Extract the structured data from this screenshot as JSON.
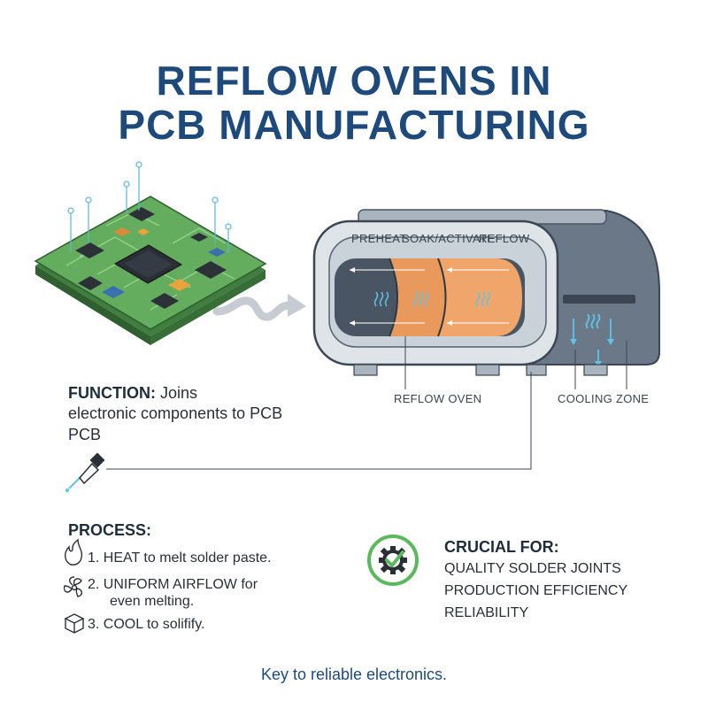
{
  "title": {
    "line1": "REFLOW OVENS IN",
    "line2": "PCB MANUFACTURING"
  },
  "oven": {
    "zones": [
      "PREHEAT",
      "SOAK/ACTIVATE",
      "REFLOW"
    ],
    "label": "REFLOW OVEN",
    "cooling_label": "COOLING ZONE"
  },
  "function": {
    "heading": "FUNCTION:",
    "text_1": "Joins",
    "text_2": "electronic components to PCB",
    "text_3": "PCB"
  },
  "process": {
    "heading": "PROCESS:",
    "steps": [
      {
        "icon": "flame-icon",
        "line1": "1. HEAT to melt solder paste.",
        "line2": ""
      },
      {
        "icon": "fan-icon",
        "line1": "2. UNIFORM AIRFLOW for",
        "line2": "even melting."
      },
      {
        "icon": "cube-icon",
        "line1": "3. COOL to solifify.",
        "line2": ""
      }
    ]
  },
  "crucial": {
    "heading": "CRUCIAL FOR:",
    "items": [
      "QUALITY SOLDER JOINTS",
      "PRODUCTION EFFICIENCY",
      "RELIABILITY"
    ],
    "icon": "gear-check-icon"
  },
  "footer": "Key to reliable electronics.",
  "colors": {
    "title": "#1d4a7a",
    "pcb": "#5aa05a",
    "oven_body": "#6f7d8c",
    "heat": "#f0a064",
    "check": "#5cb85c"
  }
}
